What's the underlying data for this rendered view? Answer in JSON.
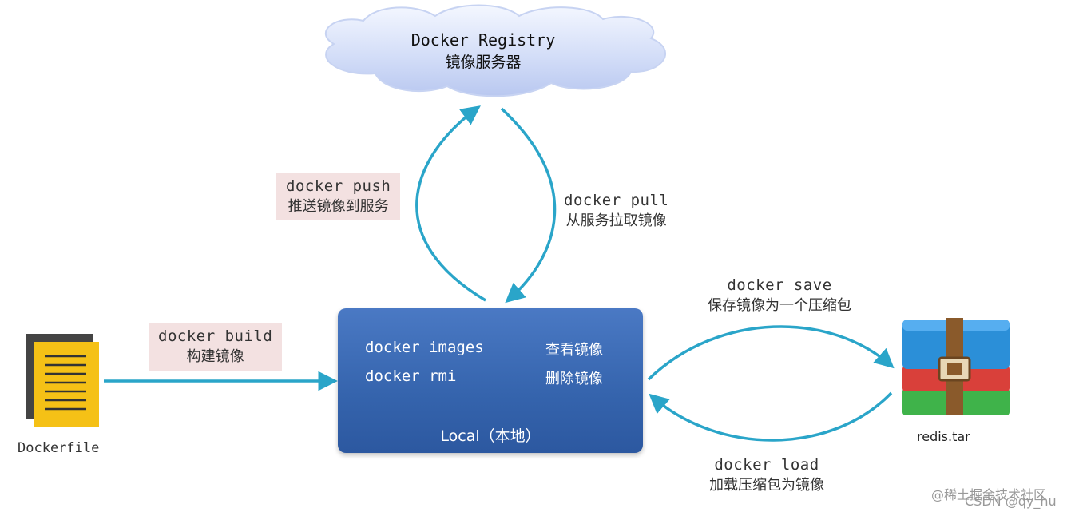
{
  "registry": {
    "title": "Docker Registry",
    "subtitle": "镜像服务器"
  },
  "push": {
    "command": "docker push",
    "description": "推送镜像到服务"
  },
  "pull": {
    "command": "docker pull",
    "description": "从服务拉取镜像"
  },
  "build": {
    "command": "docker build",
    "description": "构建镜像"
  },
  "save": {
    "command": "docker save",
    "description": "保存镜像为一个压缩包"
  },
  "load": {
    "command": "docker load",
    "description": "加载压缩包为镜像"
  },
  "local": {
    "title": "Local（本地）",
    "rows": [
      {
        "command": "docker images",
        "description": "查看镜像"
      },
      {
        "command": "docker rmi",
        "description": "删除镜像"
      }
    ]
  },
  "dockerfile": {
    "label": "Dockerfile"
  },
  "archive": {
    "label": "redis.tar"
  },
  "watermark": {
    "line1": "@稀土掘金技术社区",
    "line2": "CSDN @qy_hu"
  },
  "colors": {
    "arrow": "#2aa5c9",
    "local_box": "#3a68b0",
    "label_bg": "#f3e1e1",
    "cloud": "#cdd8f5"
  },
  "icons": {
    "dockerfile": "document-icon",
    "archive": "winrar-archive-icon",
    "registry": "cloud-icon"
  }
}
